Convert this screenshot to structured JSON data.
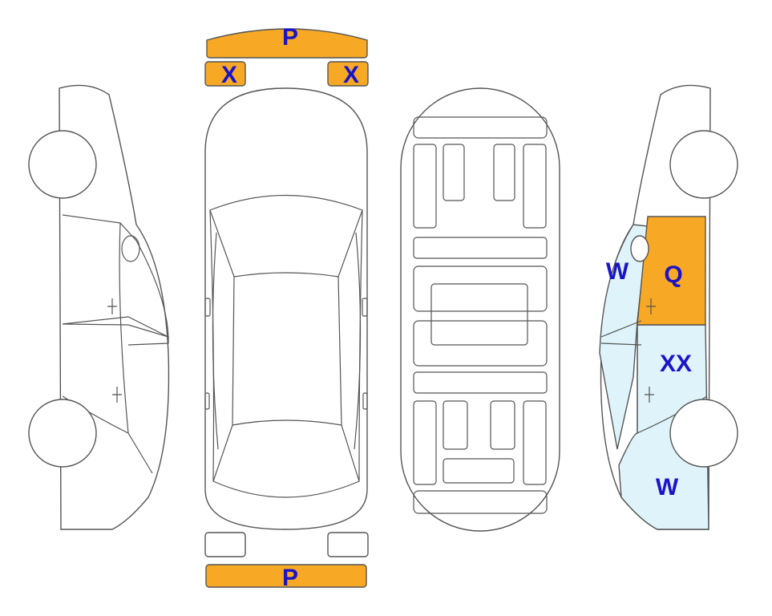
{
  "colors": {
    "outline": "#555555",
    "orange": "#f7a825",
    "light_blue": "#dff3fb",
    "label": "#1a14c9"
  },
  "labels": {
    "front_bumper": "P",
    "rear_bumper": "P",
    "headlight_left": "X",
    "headlight_right": "X",
    "right_front_door": "Q",
    "right_windshield_glass": "W",
    "right_rear_door": "XX",
    "right_rear_fender": "W"
  }
}
